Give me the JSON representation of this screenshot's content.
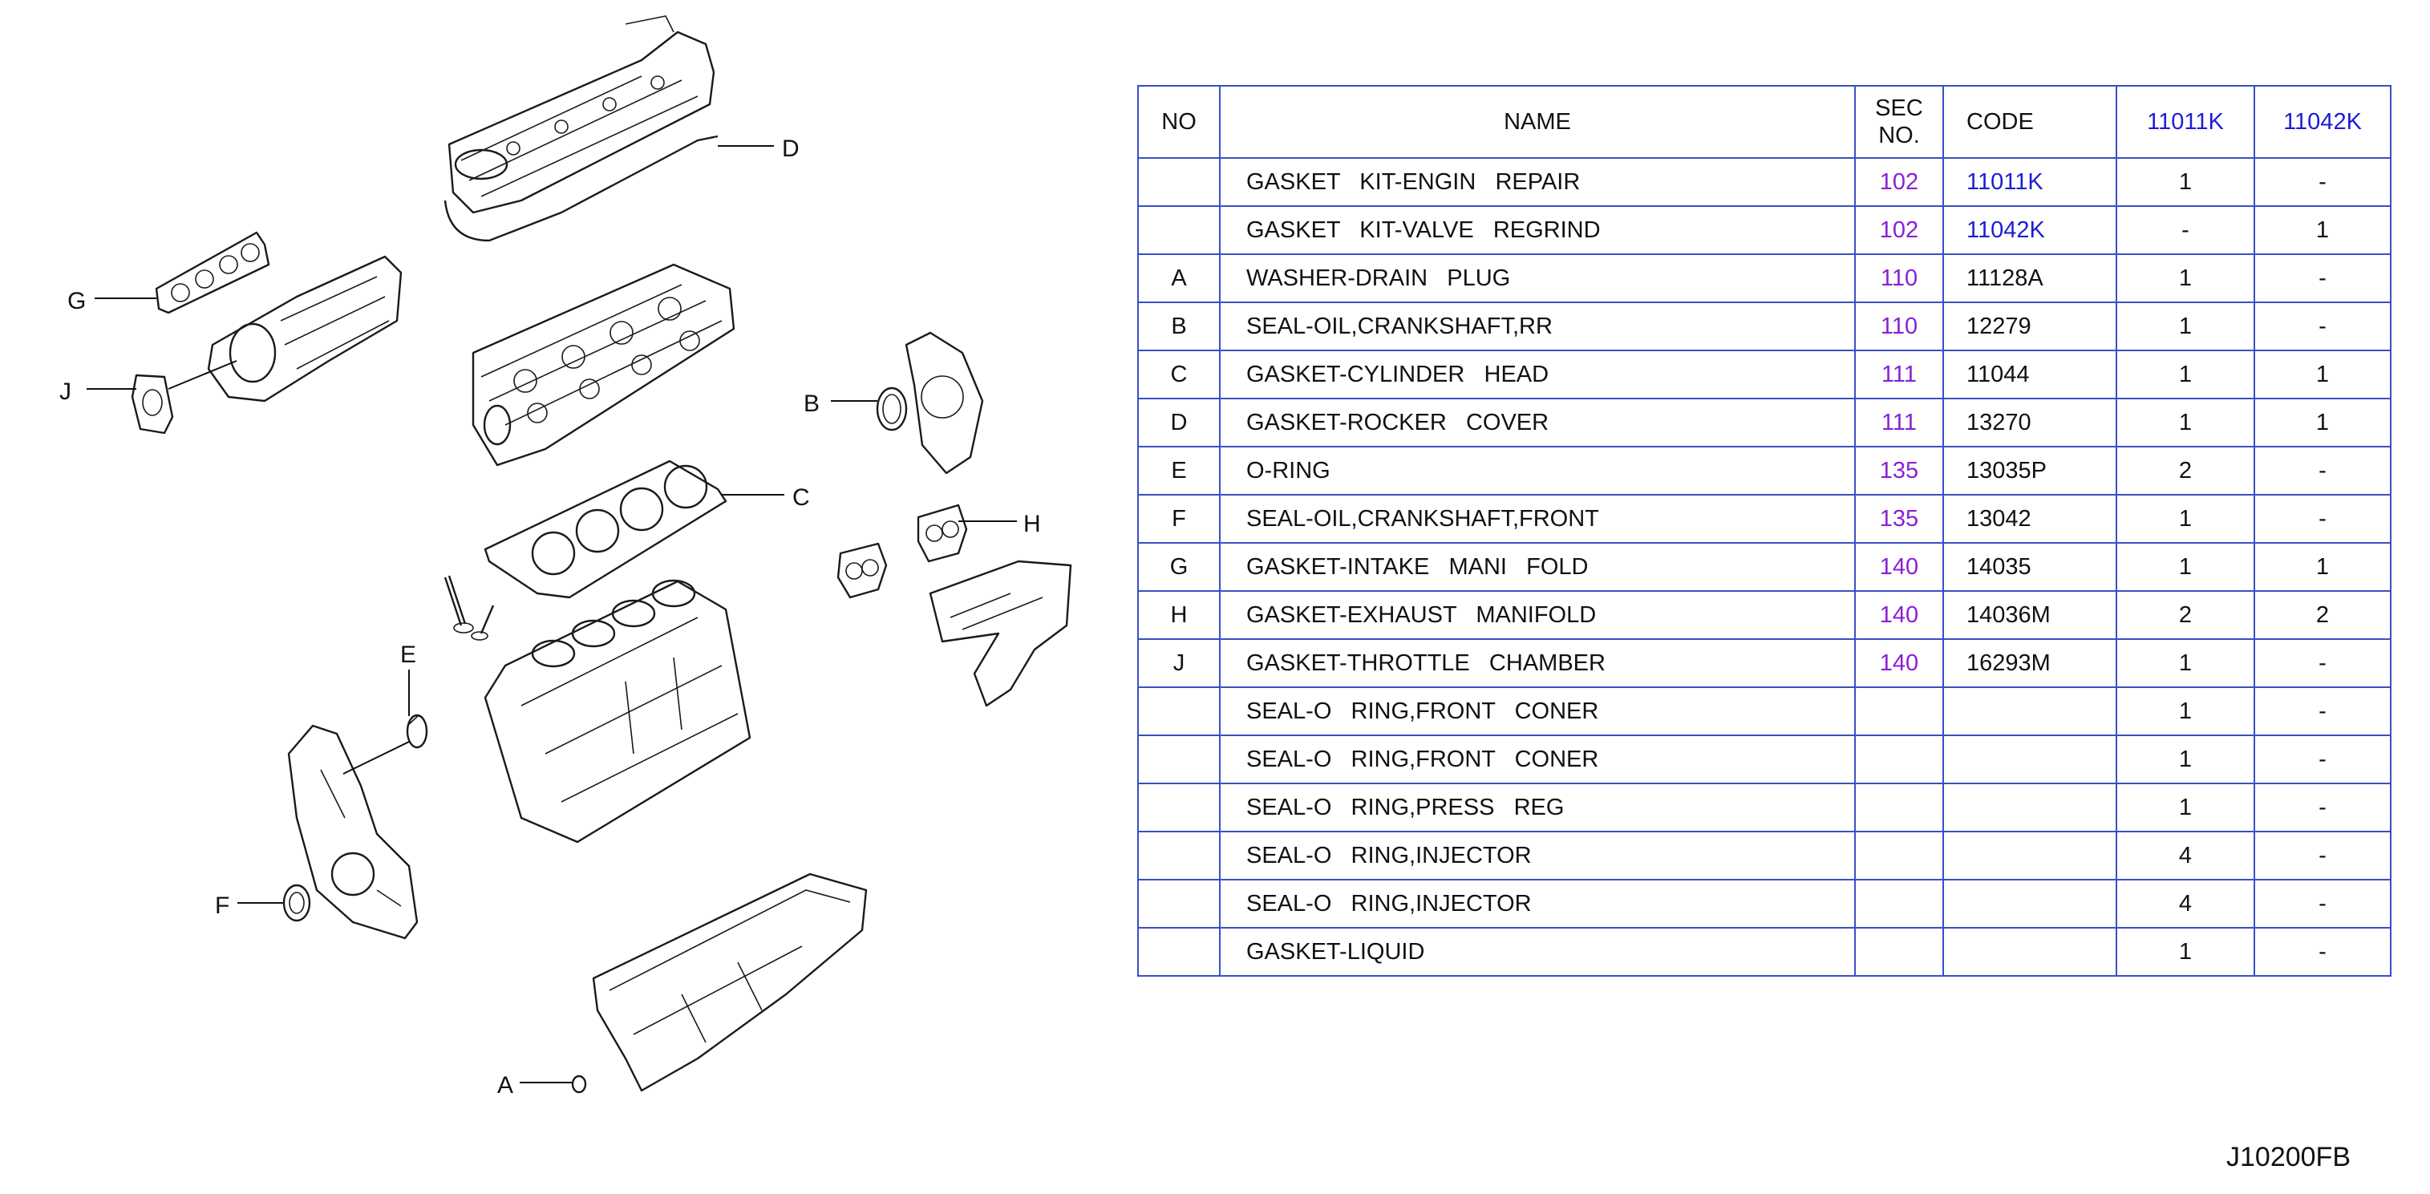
{
  "diagram": {
    "callouts": {
      "A": "A",
      "B": "B",
      "C": "C",
      "D": "D",
      "E": "E",
      "F": "F",
      "G": "G",
      "H": "H",
      "J": "J"
    }
  },
  "table": {
    "headers": {
      "no": "NO",
      "name": "NAME",
      "sec_line1": "SEC",
      "sec_line2": "NO.",
      "code": "CODE",
      "kit1": "11011K",
      "kit2": "11042K"
    },
    "rows": [
      {
        "no": "",
        "name": "GASKET   KIT-ENGIN   REPAIR",
        "sec": "102",
        "code": "11011K",
        "q1": "1",
        "q2": "-"
      },
      {
        "no": "",
        "name": "GASKET   KIT-VALVE   REGRIND",
        "sec": "102",
        "code": "11042K",
        "q1": "-",
        "q2": "1"
      },
      {
        "no": "A",
        "name": "WASHER-DRAIN   PLUG",
        "sec": "110",
        "code": "11128A",
        "q1": "1",
        "q2": "-"
      },
      {
        "no": "B",
        "name": "SEAL-OIL,CRANKSHAFT,RR",
        "sec": "110",
        "code": "12279",
        "q1": "1",
        "q2": "-"
      },
      {
        "no": "C",
        "name": "GASKET-CYLINDER   HEAD",
        "sec": "111",
        "code": "11044",
        "q1": "1",
        "q2": "1"
      },
      {
        "no": "D",
        "name": "GASKET-ROCKER   COVER",
        "sec": "111",
        "code": "13270",
        "q1": "1",
        "q2": "1"
      },
      {
        "no": "E",
        "name": "O-RING",
        "sec": "135",
        "code": "13035P",
        "q1": "2",
        "q2": "-"
      },
      {
        "no": "F",
        "name": "SEAL-OIL,CRANKSHAFT,FRONT",
        "sec": "135",
        "code": "13042",
        "q1": "1",
        "q2": "-"
      },
      {
        "no": "G",
        "name": "GASKET-INTAKE   MANI   FOLD",
        "sec": "140",
        "code": "14035",
        "q1": "1",
        "q2": "1"
      },
      {
        "no": "H",
        "name": "GASKET-EXHAUST   MANIFOLD",
        "sec": "140",
        "code": "14036M",
        "q1": "2",
        "q2": "2"
      },
      {
        "no": "J",
        "name": "GASKET-THROTTLE   CHAMBER",
        "sec": "140",
        "code": "16293M",
        "q1": "1",
        "q2": "-"
      },
      {
        "no": "",
        "name": "SEAL-O   RING,FRONT   CONER",
        "sec": "",
        "code": "",
        "q1": "1",
        "q2": "-"
      },
      {
        "no": "",
        "name": "SEAL-O   RING,FRONT   CONER",
        "sec": "",
        "code": "",
        "q1": "1",
        "q2": "-"
      },
      {
        "no": "",
        "name": "SEAL-O   RING,PRESS   REG",
        "sec": "",
        "code": "",
        "q1": "1",
        "q2": "-"
      },
      {
        "no": "",
        "name": "SEAL-O   RING,INJECTOR",
        "sec": "",
        "code": "",
        "q1": "4",
        "q2": "-"
      },
      {
        "no": "",
        "name": "SEAL-O   RING,INJECTOR",
        "sec": "",
        "code": "",
        "q1": "4",
        "q2": "-"
      },
      {
        "no": "",
        "name": "GASKET-LIQUID",
        "sec": "",
        "code": "",
        "q1": "1",
        "q2": "-"
      }
    ]
  },
  "colors": {
    "table_border": "#3a4fc4",
    "kit_header": "#1d1dd6",
    "section_number": "#8a1fd6",
    "code_link": "#1d1dd6"
  },
  "footer": {
    "diagram_code": "J10200FB"
  }
}
